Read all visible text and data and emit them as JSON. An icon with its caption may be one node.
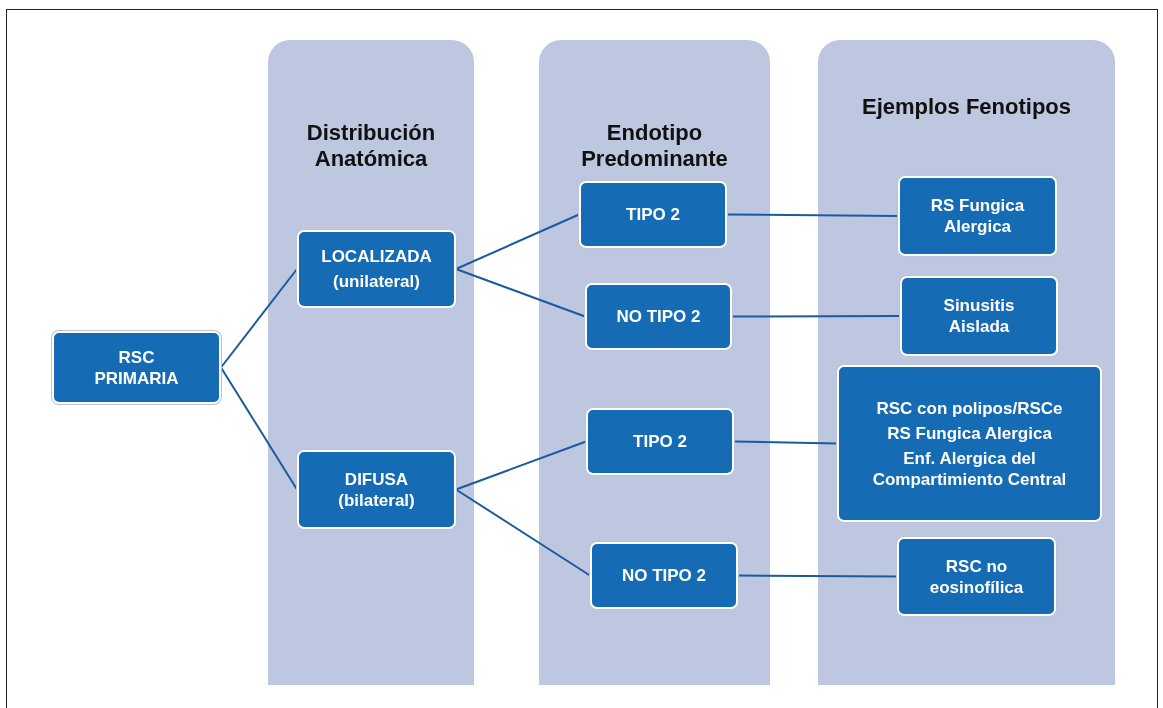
{
  "diagram": {
    "nodes": [
      {
        "text": [
          "RSC PRIMARIA"
        ]
      },
      {
        "text": [
          "Distribución Anatómica"
        ]
      },
      {
        "text": [
          "LOCALIZADA",
          "(unilateral)"
        ],
        "in": 1
      },
      {
        "text": [
          "DIFUSA",
          "(bilateral)"
        ],
        "in": 1
      },
      {
        "text": [
          "Endotipo Predominante"
        ]
      },
      {
        "text": [
          "TIPO 2"
        ],
        "in": 4
      },
      {
        "text": [
          "NO TIPO 2"
        ],
        "in": 4
      },
      {
        "text": [
          "TIPO 2"
        ],
        "in": 4
      },
      {
        "text": [
          "NO TIPO 2"
        ],
        "in": 4
      },
      {
        "text": [
          "Ejemplos Fenotipos"
        ]
      },
      {
        "text": [
          "RS Fungica Alergica"
        ],
        "in": 9
      },
      {
        "text": [
          "Sinusitis Aislada"
        ],
        "in": 9
      },
      {
        "text": [
          "RSC con polipos/RSCe",
          "RS Fungica Alergica",
          "Enf. Alergica del Compartimiento Central"
        ],
        "in": 9
      },
      {
        "text": [
          "RSC no eosinofílica"
        ],
        "in": 9
      }
    ],
    "edges": [
      {
        "from": 0,
        "to": 2,
        "arrow": "none"
      },
      {
        "from": 0,
        "to": 3,
        "arrow": "none"
      },
      {
        "from": 2,
        "to": 5,
        "arrow": "none"
      },
      {
        "from": 2,
        "to": 6,
        "arrow": "none"
      },
      {
        "from": 3,
        "to": 7,
        "arrow": "none"
      },
      {
        "from": 3,
        "to": 8,
        "arrow": "none"
      },
      {
        "from": 5,
        "to": 10,
        "arrow": "none"
      },
      {
        "from": 6,
        "to": 11,
        "arrow": "none"
      },
      {
        "from": 7,
        "to": 12,
        "arrow": "none"
      },
      {
        "from": 8,
        "to": 13,
        "arrow": "none"
      }
    ]
  }
}
